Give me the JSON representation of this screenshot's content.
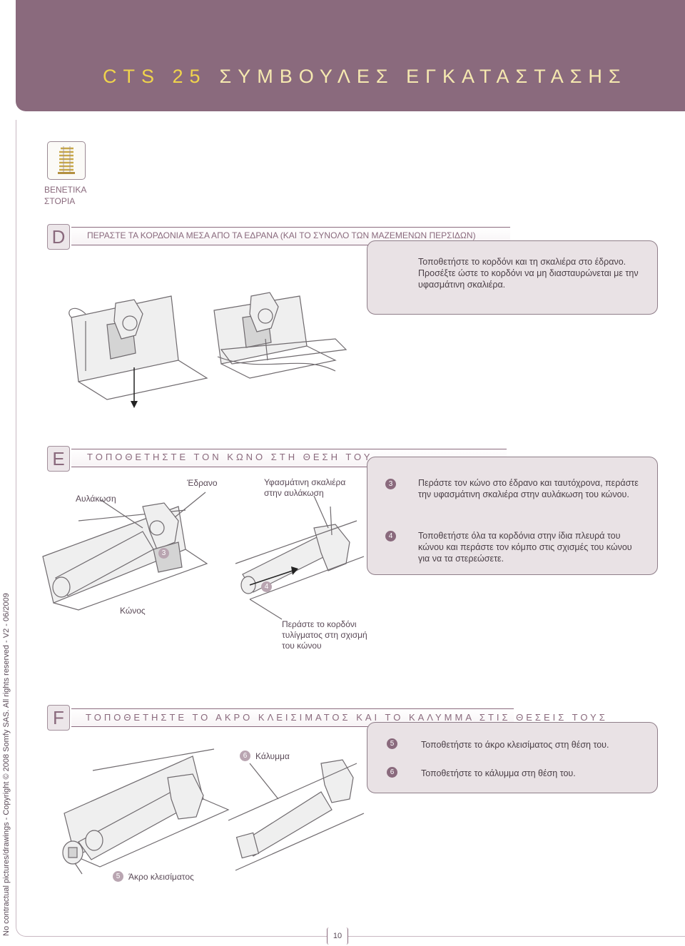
{
  "header": {
    "brand": "CTS 25",
    "title": "ΣΥΜΒΟΥΛΕΣ ΕΓΚΑΤΑΣΤΑΣΗΣ"
  },
  "product": {
    "label_line1": "ΒΕΝΕΤΙΚΑ",
    "label_line2": "ΣΤΟΡΙΑ"
  },
  "section_d": {
    "letter": "D",
    "title": "ΠΕΡΑΣΤΕ ΤΑ ΚΟΡΔΟΝΙΑ ΜΕΣΑ ΑΠΟ ΤΑ ΕΔΡΑΝΑ (ΚΑΙ ΤΟ ΣΥΝΟΛΟ ΤΩΝ ΜΑΖΕΜΕΝΩΝ ΠΕΡΣΙΔΩΝ)",
    "instruction_line1": "Τοποθετήστε το κορδόνι και τη σκαλιέρα στο έδρανο.",
    "instruction_line2": "Προσέξτε ώστε το κορδόνι να μη διασταυρώνεται με την",
    "instruction_line3": "υφασμάτινη σκαλιέρα."
  },
  "section_e": {
    "letter": "E",
    "title": "ΤΟΠΟΘΕΤΗΣΤΕ ΤΟΝ ΚΩΝΟ ΣΤΗ ΘΕΣΗ ΤΟΥ",
    "labels": {
      "groove": "Αυλάκωση",
      "bearing": "Έδρανο",
      "ladder_line1": "Υφασμάτινη σκαλιέρα",
      "ladder_line2": "στην αυλάκωση",
      "cone": "Κώνος",
      "pass_line1": "Περάστε το κορδόνι",
      "pass_line2": "τυλίγματος στη σχισμή",
      "pass_line3": "του κώνου"
    },
    "steps": [
      {
        "num": "3",
        "line1": "Περάστε τον κώνο στο έδρανο και ταυτόχρονα, περάστε",
        "line2": "την υφασμάτινη σκαλιέρα στην αυλάκωση του κώνου."
      },
      {
        "num": "4",
        "line1": "Τοποθετήστε όλα τα κορδόνια στην ίδια πλευρά του",
        "line2": "κώνου και περάστε τον κόμπο στις σχισμές του κώνου",
        "line3": "για να τα στερεώσετε."
      }
    ],
    "marker_3": "3",
    "marker_4": "4"
  },
  "section_f": {
    "letter": "F",
    "title": "ΤΟΠΟΘΕΤΗΣΤΕ ΤΟ ΑΚΡΟ ΚΛΕΙΣΙΜΑΤΟΣ ΚΑΙ ΤΟ ΚΑΛΥΜΜΑ ΣΤΙΣ ΘΕΣΕΙΣ ΤΟΥΣ",
    "steps": [
      {
        "num": "5",
        "text": "Τοποθετήστε το άκρο κλεισίματος στη θέση του."
      },
      {
        "num": "6",
        "text": "Τοποθετήστε το κάλυμμα στη θέση του."
      }
    ],
    "cap_num": "6",
    "cap_label": "Κάλυμμα",
    "end_num": "5",
    "end_label": "Άκρο κλεισίματος"
  },
  "footer": {
    "copyright": "No contractual pictures/drawings -  Copyright © 2008 Somfy SAS. All rights reserved - V2 - 06/2009",
    "page_number": "10"
  },
  "colors": {
    "header_bg": "#8a6a7d",
    "brand_yellow": "#f0d44c",
    "box_bg": "#e9e2e5"
  }
}
